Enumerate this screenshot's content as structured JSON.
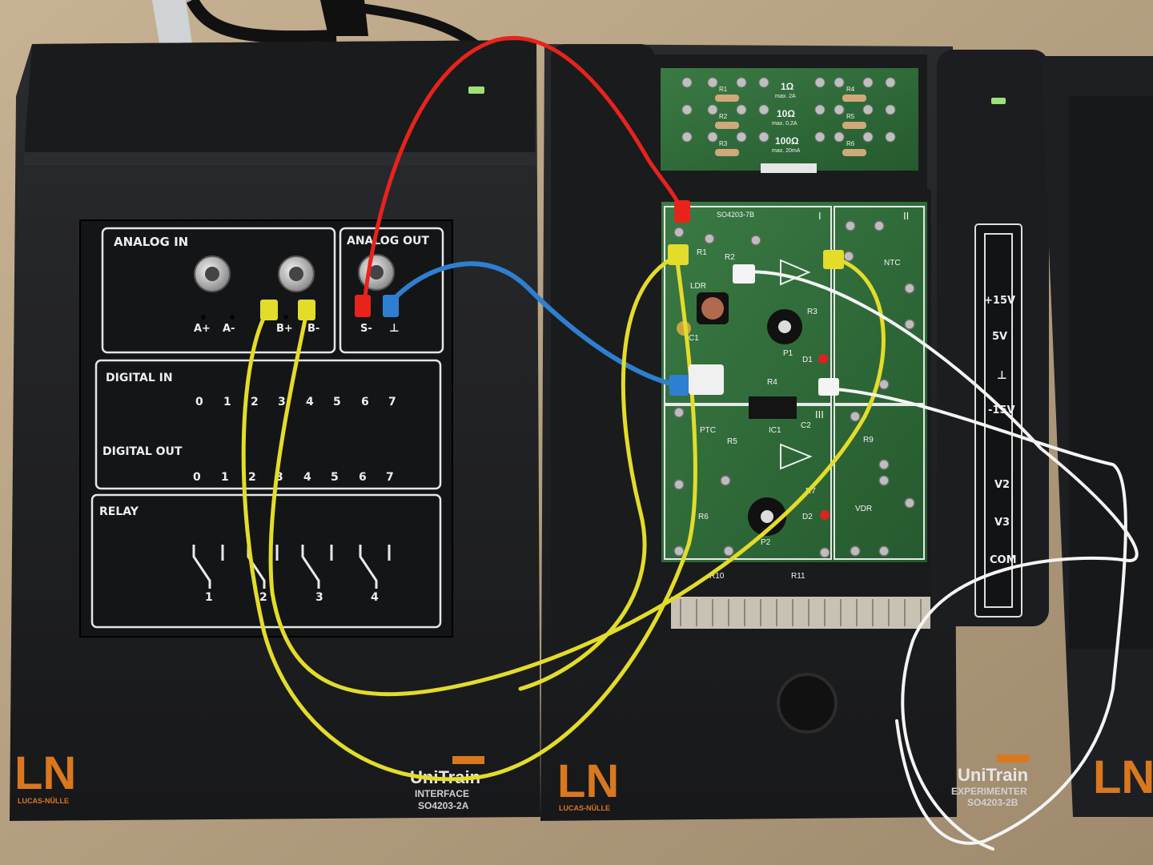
{
  "interface_unit": {
    "panels": {
      "analog_in": "ANALOG IN",
      "analog_out": "ANALOG OUT",
      "digital_in": "DIGITAL IN",
      "digital_out": "DIGITAL OUT",
      "relay": "RELAY"
    },
    "analog_in_ports": [
      "A+",
      "A-",
      "B+",
      "B-"
    ],
    "analog_out_ports": [
      "S-",
      "⊥"
    ],
    "digital_bits": [
      "0",
      "1",
      "2",
      "3",
      "4",
      "5",
      "6",
      "7"
    ],
    "relay_numbers": [
      "1",
      "2",
      "3",
      "4"
    ],
    "brand": {
      "logo": "LN",
      "maker": "LUCAS-NÜLLE",
      "product": "UniTrain",
      "line": "INTERFACE",
      "model": "SO4203-2A"
    }
  },
  "experimenter_unit": {
    "brand": {
      "logo": "LN",
      "maker": "LUCAS-NÜLLE",
      "product": "UniTrain",
      "line": "EXPERIMENTER",
      "model": "SO4203-2B"
    },
    "supply_labels": [
      "+15V",
      "5V",
      "⊥",
      "-15V",
      "V2",
      "V3",
      "COM"
    ]
  },
  "resistor_card": {
    "rows": [
      {
        "value": "1Ω",
        "rating": "max. 2A"
      },
      {
        "value": "10Ω",
        "rating": "max. 0,2A"
      },
      {
        "value": "100Ω",
        "rating": "max. 20mA"
      }
    ],
    "left_labels": [
      "R1",
      "R2",
      "R3"
    ],
    "right_labels": [
      "R4",
      "R5",
      "R6"
    ]
  },
  "circuit_card": {
    "model": "SO4203-7B",
    "sections": [
      "I",
      "II",
      "III"
    ],
    "components": [
      "R1",
      "R2",
      "LDR",
      "R3",
      "C1",
      "P1",
      "D1",
      "R4",
      "IC1",
      "C2",
      "NTC",
      "PTC",
      "R5",
      "R6",
      "R7",
      "P2",
      "D2",
      "R9",
      "VDR",
      "R10",
      "R11"
    ]
  },
  "colors": {
    "wire_red": "#e8231c",
    "wire_blue": "#2f7fd0",
    "wire_yellow": "#e3dc2a",
    "wire_white": "#f4f4f4",
    "housing": "#1f2022",
    "pcb_green": "#2f6b38",
    "brand_orange": "#d9781f"
  }
}
